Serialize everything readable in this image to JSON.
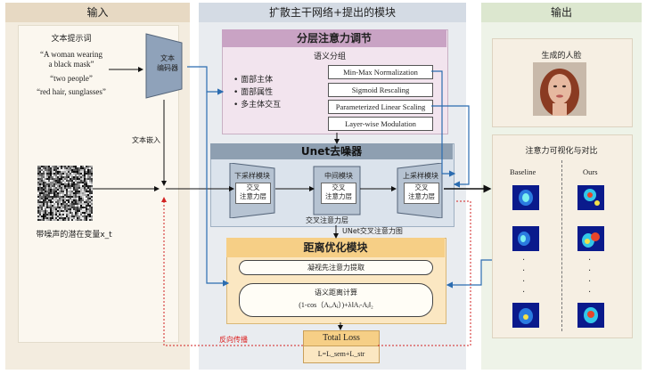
{
  "columns": {
    "input": "输入",
    "middle": "扩散主干网络+提出的模块",
    "output": "输出"
  },
  "input": {
    "prompt_title": "文本提示词",
    "prompts": [
      "“A woman wearing",
      "a black mask”",
      "“two people”",
      "“red hair, sunglasses”"
    ],
    "encoder_label_1": "文本",
    "encoder_label_2": "编码器",
    "text_embed_label": "文本嵌入",
    "noise_label": "带噪声的潜在变量x_t"
  },
  "attention": {
    "title": "分层注意力调节",
    "subtitle": "语义分组",
    "groups": [
      "• 面部主体",
      "• 面部属性",
      "• 多主体交互"
    ],
    "methods": [
      "Min-Max Normalization",
      "Sigmoid Rescaling",
      "Parameterized Linear Scaling",
      "Layer-wise Modulation"
    ]
  },
  "unet": {
    "title": "Unet去噪器",
    "blocks": [
      {
        "name": "下采样模块",
        "inner": "交叉\n注意力层"
      },
      {
        "name": "中间模块",
        "inner": "交叉\n注意力层"
      },
      {
        "name": "上采样模块",
        "inner": "交叉\n注意力层"
      }
    ],
    "cross_attn_label": "交叉注意力层",
    "unet_attn_map_label": "UNet交叉注意力图"
  },
  "distance": {
    "title": "距离优化模块",
    "item1": "凝视先注意力提取",
    "item2_line1": "语义距离计算",
    "item2_line2": "(1-cos（Aᵢ,Aⱼ）)+λ‖Aᵢ-Aⱼ‖₂"
  },
  "loss": {
    "title": "Total Loss",
    "formula": "L=L_sem+L_str",
    "backprop_label": "反向传播"
  },
  "output": {
    "face_label": "生成的人脸",
    "viz_title": "注意力可视化与对比",
    "baseline_label": "Baseline",
    "ours_label": "Ours"
  },
  "colors": {
    "arrow_blue": "#2b6cb0",
    "arrow_red": "#d22222",
    "attn_pink": "#c9a3c4",
    "unet_gray": "#8e9fb1",
    "dist_orange": "#f6cf86"
  }
}
